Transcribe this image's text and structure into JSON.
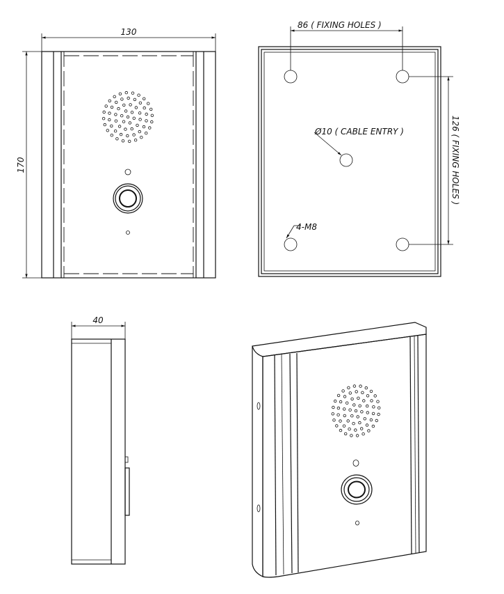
{
  "front_view": {
    "width_dim": "130",
    "height_dim": "170"
  },
  "back_view": {
    "fixing_holes_width": "86 ( FIXING HOLES )",
    "fixing_holes_height": "126 ( FIXING HOLES )",
    "cable_entry": "Ø10 ( CABLE ENTRY )",
    "screw_spec": "4-M8"
  },
  "side_view": {
    "depth_dim": "40"
  },
  "colors": {
    "line": "#111111",
    "background": "#ffffff"
  }
}
